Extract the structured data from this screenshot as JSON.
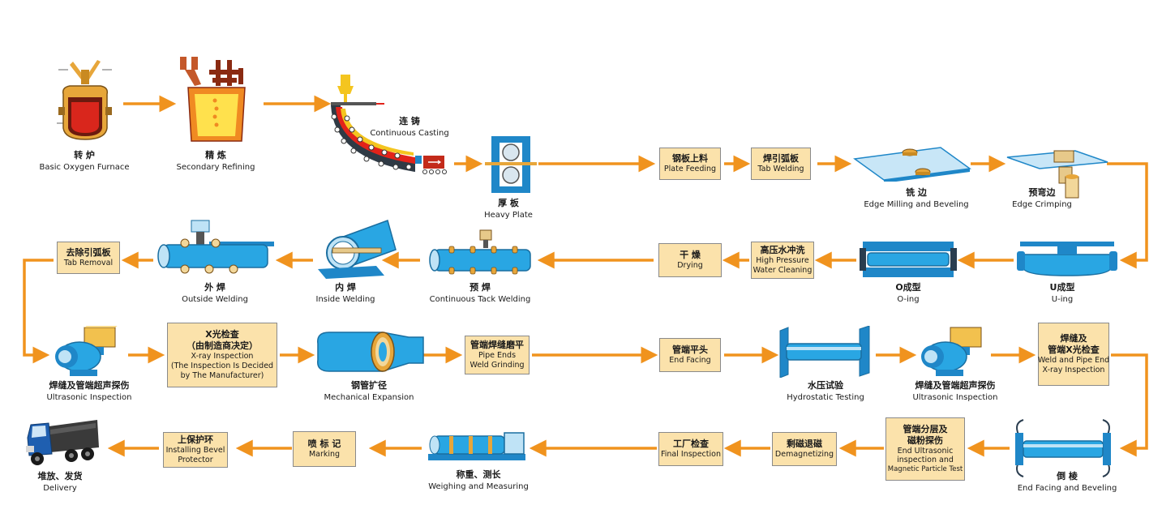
{
  "colors": {
    "arrow": "#f0931e",
    "box_fill": "#fbe2ab",
    "box_border": "#8a8a8a",
    "pipe": "#29a6e3",
    "equipment": "#1f87c8",
    "molten": "#e2231a",
    "ladle_yellow": "#f4c51f"
  },
  "steps": {
    "basic_oxygen_furnace": {
      "zh": "转 炉",
      "en": "Basic Oxygen Furnace"
    },
    "secondary_refining": {
      "zh": "精 炼",
      "en": "Secondary Refining"
    },
    "continuous_casting": {
      "zh": "连 铸",
      "en": "Continuous Casting"
    },
    "heavy_plate": {
      "zh": "厚 板",
      "en": "Heavy Plate"
    },
    "plate_feeding": {
      "zh": "钢板上料",
      "en": "Plate Feeding"
    },
    "tab_welding": {
      "zh": "焊引弧板",
      "en": "Tab Welding"
    },
    "edge_milling": {
      "zh": "铣 边",
      "en": "Edge Milling and Beveling"
    },
    "edge_crimping": {
      "zh": "预弯边",
      "en": "Edge Crimping"
    },
    "u_ing": {
      "zh": "U成型",
      "en": "U-ing"
    },
    "o_ing": {
      "zh": "O成型",
      "en": "O-ing"
    },
    "water_cleaning": {
      "zh": "高压水冲洗",
      "en1": "High Pressure",
      "en2": "Water Cleaning"
    },
    "drying": {
      "zh": "干 燥",
      "en": "Drying"
    },
    "tack_welding": {
      "zh": "预 焊",
      "en": "Continuous Tack Welding"
    },
    "inside_welding": {
      "zh": "内 焊",
      "en": "Inside Welding"
    },
    "outside_welding": {
      "zh": "外 焊",
      "en": "Outside Welding"
    },
    "tab_removal": {
      "zh": "去除引弧板",
      "en": "Tab Removal"
    },
    "ultrasonic_1": {
      "zh": "焊缝及管端超声探伤",
      "en": "Ultrasonic Inspection"
    },
    "xray_1": {
      "zh1": "X光检查",
      "zh2": "（由制造商决定）",
      "en1": "X-ray Inspection",
      "en2": "(The Inspection Is Decided",
      "en3": "by The Manufacturer)"
    },
    "mechanical_expansion": {
      "zh": "钢管扩径",
      "en": "Mechanical Expansion"
    },
    "weld_grinding": {
      "zh": "管端焊缝磨平",
      "en1": "Pipe Ends",
      "en2": "Weld Grinding"
    },
    "end_facing": {
      "zh": "管端平头",
      "en": "End Facing"
    },
    "hydrostatic": {
      "zh": "水压试验",
      "en": "Hydrostatic Testing"
    },
    "ultrasonic_2": {
      "zh": "焊缝及管端超声探伤",
      "en": "Ultrasonic Inspection"
    },
    "xray_2": {
      "zh1": "焊缝及",
      "zh2": "管端X光检查",
      "en1": "Weld and Pipe End",
      "en2": "X-ray Inspection"
    },
    "end_beveling": {
      "zh": "倒 棱",
      "en": "End Facing and Beveling"
    },
    "particle_test": {
      "zh1": "管端分层及",
      "zh2": "磁粉探伤",
      "en1": "End Ultrasonic",
      "en2": "inspection and",
      "en3": "Magnetic Particle Test"
    },
    "demagnetizing": {
      "zh": "剩磁退磁",
      "en": "Demagnetizing"
    },
    "final_inspection": {
      "zh": "工厂检查",
      "en": "Final Inspection"
    },
    "weighing": {
      "zh": "称重、测长",
      "en": "Weighing and Measuring"
    },
    "marking": {
      "zh": "喷 标 记",
      "en": "Marking"
    },
    "bevel_protector": {
      "zh": "上保护环",
      "en1": "Installing Bevel",
      "en2": "Protector"
    },
    "delivery": {
      "zh": "堆放、发货",
      "en": "Delivery"
    }
  }
}
